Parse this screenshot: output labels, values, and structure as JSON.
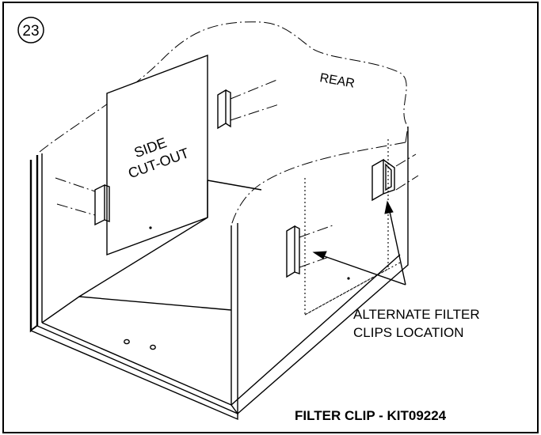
{
  "figure": {
    "number": "23",
    "labels": {
      "side_line1": "SIDE",
      "side_line2": "CUT-OUT",
      "rear": "REAR",
      "callout_line1": "ALTERNATE FILTER",
      "callout_line2": "CLIPS LOCATION"
    },
    "caption": "FILTER CLIP - KIT09224"
  }
}
